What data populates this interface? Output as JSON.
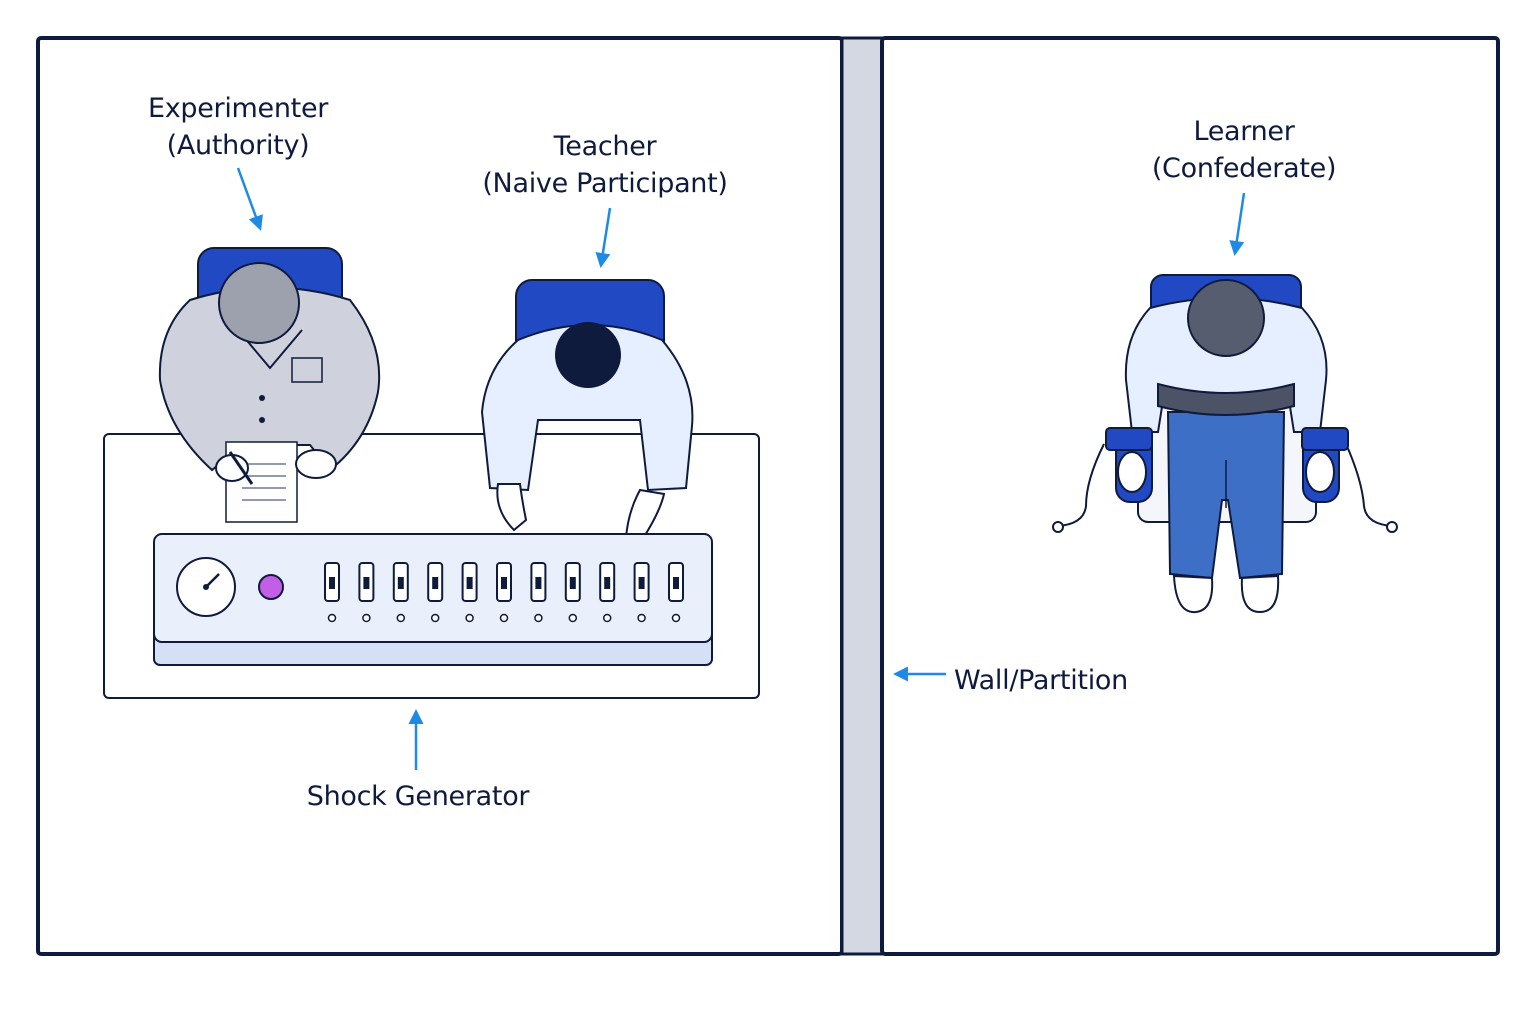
{
  "labels": {
    "experimenter": {
      "name": "Experimenter",
      "role": "(Authority)"
    },
    "teacher": {
      "name": "Teacher",
      "role": "(Naive Participant)"
    },
    "learner": {
      "name": "Learner",
      "role": "(Confederate)"
    },
    "shock_generator": "Shock Generator",
    "wall": "Wall/Partition"
  },
  "shock_generator": {
    "switch_count": 11
  },
  "colors": {
    "outline": "#0f1b3d",
    "arrow": "#1e8ae6",
    "chair": "#2149c4",
    "wall": "#d4d8e3",
    "panel": "#e9effb",
    "shirt": "#e6efff",
    "lab_coat": "#cfd2dc",
    "jeans": "#3d6fc7",
    "button": "#c35ee6"
  }
}
